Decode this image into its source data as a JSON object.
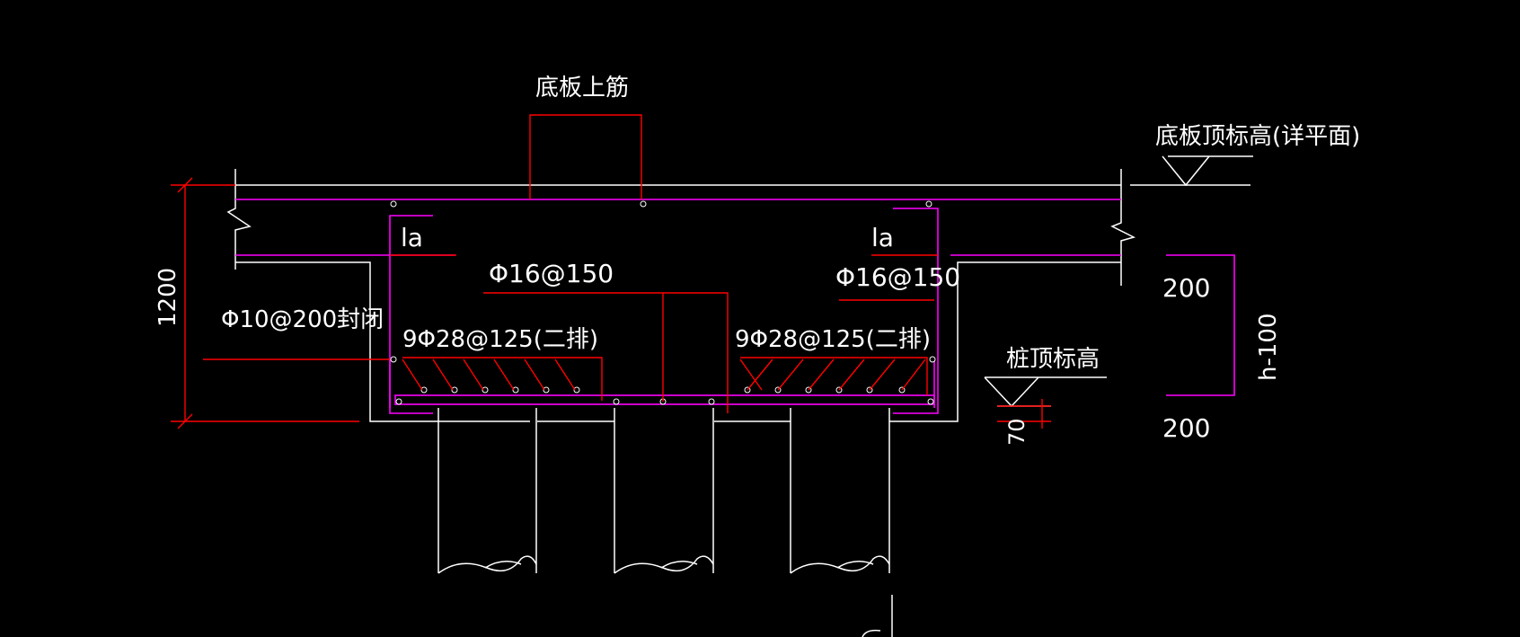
{
  "colors": {
    "background": "#000000",
    "outline": "#ffffff",
    "rebar": "#ff00ff",
    "leader": "#ff0000"
  },
  "labels": {
    "top_rebar": "底板上筋",
    "slab_top_elev": "底板顶标高(详平面)",
    "la_left": "la",
    "la_right": "la",
    "total_depth": "1200",
    "stirrup_left": "Φ10@200封闭",
    "middle_bar_left": "Φ16@150",
    "middle_bar_right": "Φ16@150",
    "bottom_bars_left": "9Φ28@125(二排)",
    "bottom_bars_right": "9Φ28@125(二排)",
    "pile_top_elev": "桩顶标高",
    "dim_200_top": "200",
    "dim_h100": "h-100",
    "dim_200_bottom": "200",
    "dim_70": "70"
  }
}
